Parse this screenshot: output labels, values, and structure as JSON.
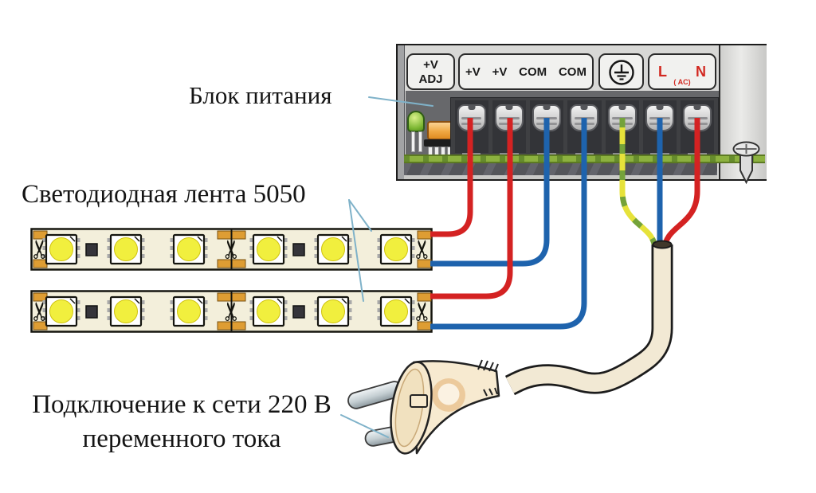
{
  "diagram": {
    "power_supply_label": "Блок питания",
    "led_strip_label": "Светодиодная лента 5050",
    "mains_label_line1": "Подключение к сети 220 В",
    "mains_label_line2": "переменного тока"
  },
  "power_supply": {
    "terminals": {
      "adj_top": "+V",
      "adj_bottom": "ADJ",
      "outputs": [
        "+V",
        "+V",
        "COM",
        "COM"
      ],
      "ground_icon": "earth-ground",
      "line": "L",
      "ac_note": "( AC)",
      "neutral": "N"
    }
  },
  "colors": {
    "positive_wire": "#d42222",
    "negative_wire": "#1e63ad",
    "ground_wire_yellow": "#e6e23a",
    "ground_wire_green": "#74a23a",
    "ac_text": "#d22820",
    "pcb_green": "#8cb13f",
    "pointer_line": "#7fb2c9"
  }
}
